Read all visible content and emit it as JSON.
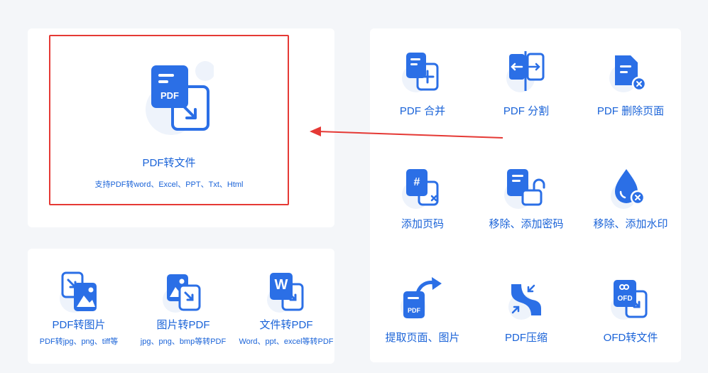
{
  "main_tool": {
    "title": "PDF转文件",
    "subtitle": "支持PDF转word、Excel、PPT、Txt、Html",
    "icon_text": "PDF"
  },
  "bottom_tools": [
    {
      "label": "PDF转图片",
      "sub": "PDF转jpg、png、tiff等",
      "icon": "pdf-to-image-icon"
    },
    {
      "label": "图片转PDF",
      "sub": "jpg、png、bmp等转PDF",
      "icon": "image-to-pdf-icon"
    },
    {
      "label": "文件转PDF",
      "sub": "Word、ppt、excel等转PDF",
      "icon": "file-to-pdf-icon",
      "icon_text": "W"
    }
  ],
  "right_tools": [
    {
      "label": "PDF 合并",
      "icon": "pdf-merge-icon"
    },
    {
      "label": "PDF 分割",
      "icon": "pdf-split-icon"
    },
    {
      "label": "PDF 删除页面",
      "icon": "pdf-delete-page-icon"
    },
    {
      "label": "添加页码",
      "icon": "add-page-number-icon",
      "icon_text": "#"
    },
    {
      "label": "移除、添加密码",
      "icon": "password-lock-icon"
    },
    {
      "label": "移除、添加水印",
      "icon": "watermark-drop-icon"
    },
    {
      "label": "提取页面、图片",
      "icon": "extract-page-icon",
      "icon_text": "PDF"
    },
    {
      "label": "PDF压缩",
      "icon": "compress-icon"
    },
    {
      "label": "OFD转文件",
      "icon": "ofd-convert-icon",
      "icon_text": "OFD"
    }
  ],
  "colors": {
    "brand_blue": "#1a63d8",
    "icon_blue": "#2b6fe6",
    "highlight_red": "#e53935",
    "card_bg": "#ffffff",
    "page_bg": "#f4f6f9"
  }
}
